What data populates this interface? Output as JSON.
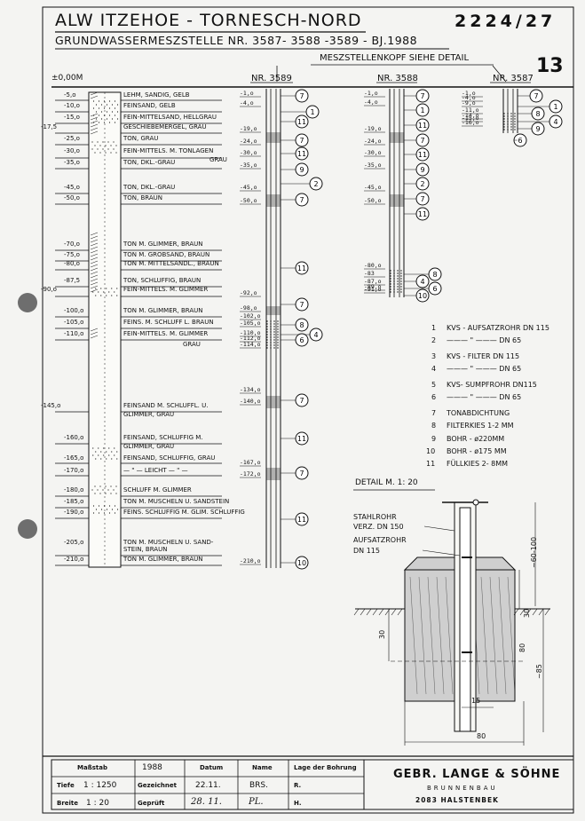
{
  "header": {
    "title": "ALW ITZEHOE - TORNESCH-NORD",
    "subtitle": "GRUNDWASSERMESZSTELLE  NR. 3587- 3588 -3589 - BJ.1988",
    "doc_number": "2224/27",
    "sheet_number": "13",
    "kopf_note": "MESZSTELLENKOPF  SIEHE DETAIL"
  },
  "datum_label": "±0,00M",
  "wells": [
    {
      "label": "NR. 3589"
    },
    {
      "label": "NR. 3588"
    },
    {
      "label": "NR. 3587"
    }
  ],
  "layers": [
    {
      "depth": "-5,o",
      "desc": "LEHM, SANDIG, GELB"
    },
    {
      "depth": "-10,o",
      "desc": "FEINSAND, GELB"
    },
    {
      "depth": "-15,o",
      "desc": "FEIN-MITTELSAND, HELLGRAU"
    },
    {
      "depth": "-17,5",
      "desc": "GESCHIEBEMERGEL, GRAU"
    },
    {
      "depth": "-25,o",
      "desc": "TON, GRAU"
    },
    {
      "depth": "-30,o",
      "desc": "FEIN-MITTELS. M. TONLAGEN"
    },
    {
      "depth": "",
      "desc": "GRAU"
    },
    {
      "depth": "-35,o",
      "desc": "TON, DKL.-GRAU"
    },
    {
      "depth": "-45,o",
      "desc": "TON, DKL.-GRAU"
    },
    {
      "depth": "-50,o",
      "desc": "TON, BRAUN"
    },
    {
      "depth": "-70,o",
      "desc": "TON M. GLIMMER, BRAUN"
    },
    {
      "depth": "-75,o",
      "desc": "TON M. GROBSAND, BRAUN"
    },
    {
      "depth": "-80,o",
      "desc": "TON M. MITTELSANDL., BRAUN"
    },
    {
      "depth": "-87,5",
      "desc": "TON, SCHLUFFIG, BRAUN"
    },
    {
      "depth": "-90,o",
      "desc": "FEIN-MITTELS. M. GLIMMER"
    },
    {
      "depth": "-100,o",
      "desc": "TON M. GLIMMER, BRAUN"
    },
    {
      "depth": "-105,o",
      "desc": "FEINS. M. SCHLUFF L. BRAUN"
    },
    {
      "depth": "-110,o",
      "desc": "FEIN-MITTELS. M. GLIMMER"
    },
    {
      "depth": "",
      "desc": "GRAU"
    },
    {
      "depth": "-145,o",
      "desc": "FEINSAND M. SCHLUFFL. U."
    },
    {
      "depth": "",
      "desc": "GLIMMER, GRAU"
    },
    {
      "depth": "-160,o",
      "desc": "FEINSAND, SCHLUFFIG M."
    },
    {
      "depth": "",
      "desc": "GLIMMER, GRAU"
    },
    {
      "depth": "-165,o",
      "desc": "FEINSAND, SCHLUFFIG, GRAU"
    },
    {
      "depth": "-170,o",
      "desc": "— \" —     LEICHT — \" —"
    },
    {
      "depth": "-180,o",
      "desc": "SCHLUFF M. GLIMMER"
    },
    {
      "depth": "-185,o",
      "desc": "TON M. MUSCHELN U. SANDSTEIN"
    },
    {
      "depth": "-190,o",
      "desc": "FEINS. SCHLUFFIG M. GLIM. SCHLUFFIG"
    },
    {
      "depth": "-205,o",
      "desc": "TON M. MUSCHELN U. SAND-"
    },
    {
      "depth": "",
      "desc": "STEIN, BRAUN"
    },
    {
      "depth": "-210,o",
      "desc": "TON M. GLIMMER, BRAUN"
    }
  ],
  "well_depths": {
    "w3589": [
      "-1,o",
      "-4,o",
      "-19,o",
      "-24,o",
      "-30,o",
      "-35,o",
      "-45,o",
      "-50,o",
      "-92,o",
      "-98,o",
      "-102,o",
      "-105,o",
      "-110,o",
      "-112,o",
      "-114,o",
      "-134,o",
      "-140,o",
      "-167,o",
      "-172,o",
      "-210,o"
    ],
    "w3588": [
      "-1,o",
      "-4,o",
      "-19,o",
      "-24,o",
      "-30,o",
      "-35,o",
      "-45,o",
      "-50,o",
      "-80,o",
      "-83",
      "-87,o",
      "-89,o",
      "-91,o"
    ],
    "w3587": [
      "-1,o",
      "-4,o",
      "-9,o",
      "-11,o",
      "-14,o",
      "-15,o",
      "-16,o"
    ]
  },
  "legend": [
    {
      "num": "1",
      "text": "KVS - AUFSATZROHR DN 115"
    },
    {
      "num": "2",
      "text": "——— \" ——— DN 65"
    },
    {
      "num": "3",
      "text": "KVS - FILTER  DN 115"
    },
    {
      "num": "4",
      "text": "——— \" ——— DN 65"
    },
    {
      "num": "5",
      "text": "KVS- SUMPFROHR  DN115"
    },
    {
      "num": "6",
      "text": "——— \" ——— DN 65"
    },
    {
      "num": "7",
      "text": "TONABDICHTUNG"
    },
    {
      "num": "8",
      "text": "FILTERKIES  1-2 MM"
    },
    {
      "num": "9",
      "text": "BOHR - ø220MM"
    },
    {
      "num": "10",
      "text": "BOHR - ø175 MM"
    },
    {
      "num": "11",
      "text": "FÜLLKIES  2- 8MM"
    }
  ],
  "detail": {
    "title": "DETAIL   M. 1: 20",
    "label1_line1": "STAHLROHR",
    "label1_line2": "VERZ. DN 150",
    "label2_line1": "AUFSATZROHR",
    "label2_line2": "DN 115",
    "dim_60_100": "~60-100",
    "dim_30_right": "30",
    "dim_30_left": "30",
    "dim_80_vert": "80",
    "dim_85": "~85",
    "dim_15": "15",
    "dim_80_bottom": "80"
  },
  "title_block": {
    "massstab": "Maßstab",
    "year": "1988",
    "datum": "Datum",
    "name": "Name",
    "lage": "Lage der Bohrung",
    "tiefe": "Tiefe",
    "tiefe_val": "1 : 1250",
    "gezeichnet": "Gezeichnet",
    "gez_date": "22.11.",
    "gez_name": "BRS.",
    "r_label": "R.",
    "breite": "Breite",
    "breite_val": "1 : 20",
    "geprueft": "Geprüft",
    "gep_date": "28. 11.",
    "gep_name": "PL.",
    "h_label": "H."
  },
  "company": {
    "line1": "GEBR. LANGE & SÖHNE",
    "line2": "BRUNNENBAU",
    "line3": "2083 HALSTENBEK"
  }
}
